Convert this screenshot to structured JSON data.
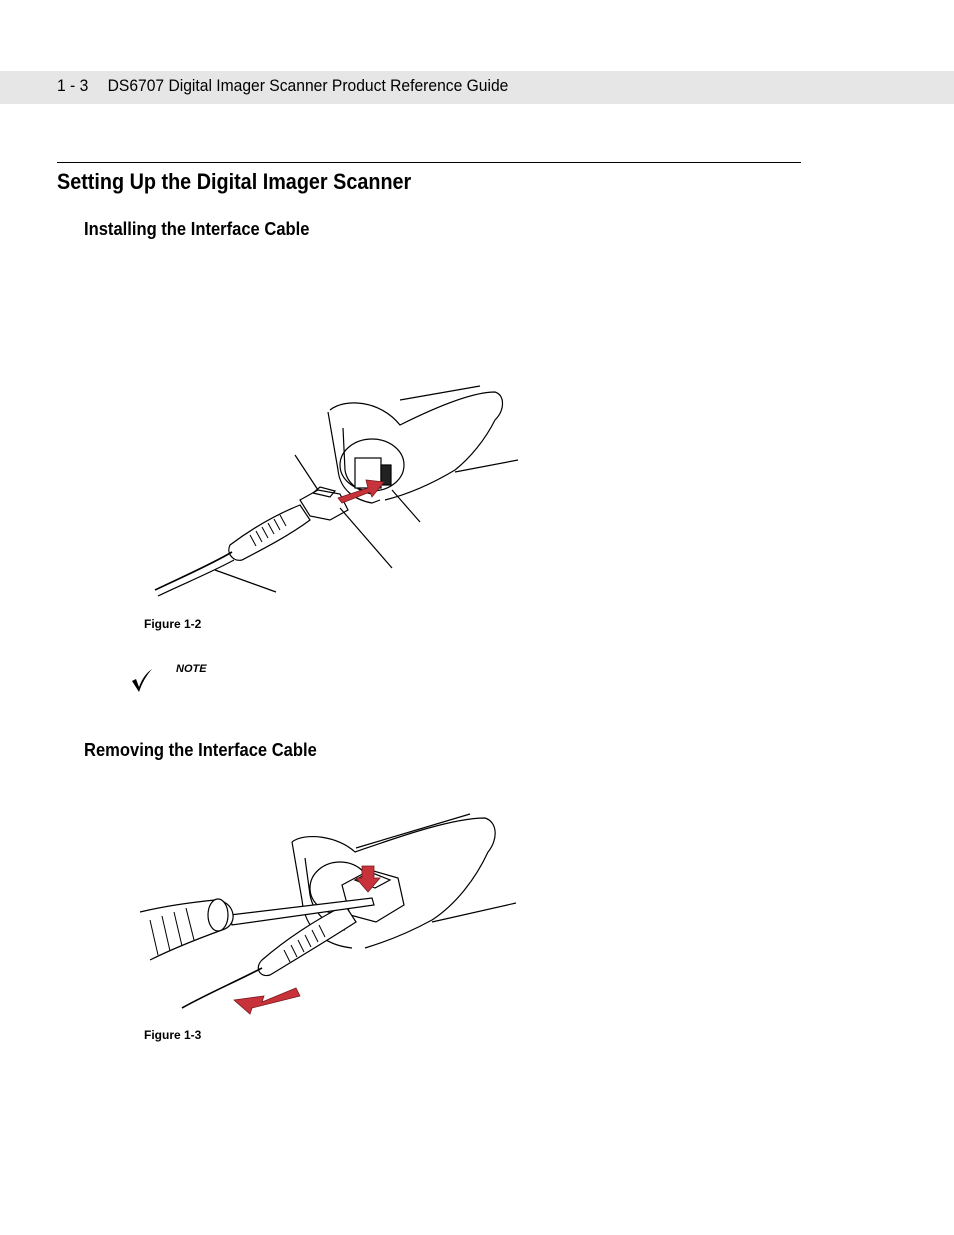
{
  "header": {
    "page_number": "1 - 3",
    "guide_title": "DS6707 Digital Imager Scanner Product Reference Guide"
  },
  "section": {
    "title": "Setting Up the Digital Imager Scanner"
  },
  "installing": {
    "heading": "Installing the Interface Cable",
    "figure_caption": "Figure 1-2",
    "note_label": "NOTE"
  },
  "removing": {
    "heading": "Removing the Interface Cable",
    "figure_caption": "Figure 1-3"
  },
  "colors": {
    "header_band": "#e6e6e6",
    "arrow_red": "#c8323a"
  }
}
